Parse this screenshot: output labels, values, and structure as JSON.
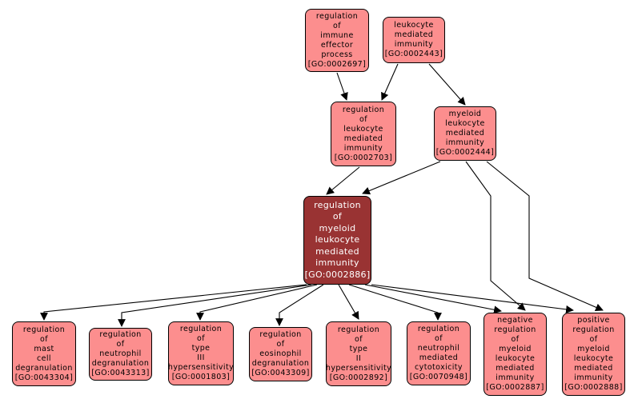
{
  "diagram": {
    "type": "go-term-ancestry-graph",
    "background_color": "#ffffff",
    "node_fill_color": "#fc8e8e",
    "node_border_color": "#000000",
    "focus_node_fill_color": "#993333",
    "focus_node_text_color": "#ffffff",
    "edge_color": "#000000",
    "nodes": [
      {
        "id": "GO:0002697",
        "label": "regulation\nof\nimmune\neffector\nprocess\n[GO:0002697]",
        "focus": false
      },
      {
        "id": "GO:0002443",
        "label": "leukocyte\nmediated\nimmunity\n[GO:0002443]",
        "focus": false
      },
      {
        "id": "GO:0002703",
        "label": "regulation\nof\nleukocyte\nmediated\nimmunity\n[GO:0002703]",
        "focus": false
      },
      {
        "id": "GO:0002444",
        "label": "myeloid\nleukocyte\nmediated\nimmunity\n[GO:0002444]",
        "focus": false
      },
      {
        "id": "GO:0002886",
        "label": "regulation\nof\nmyeloid\nleukocyte\nmediated\nimmunity\n[GO:0002886]",
        "focus": true
      },
      {
        "id": "GO:0043304",
        "label": "regulation\nof\nmast\ncell\ndegranulation\n[GO:0043304]",
        "focus": false
      },
      {
        "id": "GO:0043313",
        "label": "regulation\nof\nneutrophil\ndegranulation\n[GO:0043313]",
        "focus": false
      },
      {
        "id": "GO:0001803",
        "label": "regulation\nof\ntype\nIII\nhypersensitivity\n[GO:0001803]",
        "focus": false
      },
      {
        "id": "GO:0043309",
        "label": "regulation\nof\neosinophil\ndegranulation\n[GO:0043309]",
        "focus": false
      },
      {
        "id": "GO:0002892",
        "label": "regulation\nof\ntype\nII\nhypersensitivity\n[GO:0002892]",
        "focus": false
      },
      {
        "id": "GO:0070948",
        "label": "regulation\nof\nneutrophil\nmediated\ncytotoxicity\n[GO:0070948]",
        "focus": false
      },
      {
        "id": "GO:0002887",
        "label": "negative\nregulation\nof\nmyeloid\nleukocyte\nmediated\nimmunity\n[GO:0002887]",
        "focus": false
      },
      {
        "id": "GO:0002888",
        "label": "positive\nregulation\nof\nmyeloid\nleukocyte\nmediated\nimmunity\n[GO:0002888]",
        "focus": false
      }
    ],
    "edges": [
      {
        "from": "GO:0002697",
        "to": "GO:0002703"
      },
      {
        "from": "GO:0002443",
        "to": "GO:0002703"
      },
      {
        "from": "GO:0002443",
        "to": "GO:0002444"
      },
      {
        "from": "GO:0002703",
        "to": "GO:0002886"
      },
      {
        "from": "GO:0002444",
        "to": "GO:0002886"
      },
      {
        "from": "GO:0002444",
        "to": "GO:0002887"
      },
      {
        "from": "GO:0002444",
        "to": "GO:0002888"
      },
      {
        "from": "GO:0002886",
        "to": "GO:0043304"
      },
      {
        "from": "GO:0002886",
        "to": "GO:0043313"
      },
      {
        "from": "GO:0002886",
        "to": "GO:0001803"
      },
      {
        "from": "GO:0002886",
        "to": "GO:0043309"
      },
      {
        "from": "GO:0002886",
        "to": "GO:0002892"
      },
      {
        "from": "GO:0002886",
        "to": "GO:0070948"
      },
      {
        "from": "GO:0002886",
        "to": "GO:0002887"
      },
      {
        "from": "GO:0002886",
        "to": "GO:0002888"
      }
    ]
  }
}
